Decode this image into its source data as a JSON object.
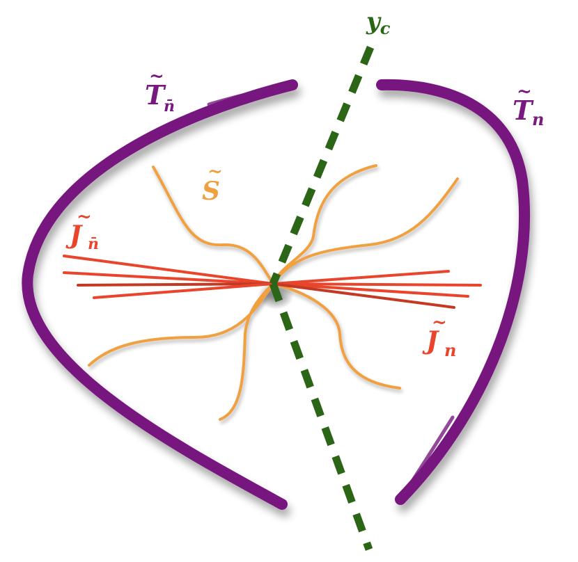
{
  "labels": {
    "cut": {
      "main": "y",
      "sub": "c"
    },
    "soft": {
      "tilde": "~",
      "main": "S",
      "sub": ""
    },
    "jet_nbar": {
      "tilde": "~",
      "main": "J",
      "sub": "n̄"
    },
    "jet_n": {
      "tilde": "~",
      "main": "J",
      "sub": "n"
    },
    "beam_nbar": {
      "tilde": "~",
      "main": "T",
      "sub": "n̄"
    },
    "beam_n": {
      "tilde": "~",
      "main": "T",
      "sub": "n"
    }
  },
  "colors": {
    "beam": "#77197f",
    "jet": "#e8452c",
    "jet_dark": "#c23a24",
    "soft": "#f0a040",
    "cut": "#2b6516",
    "background": "#ffffff"
  }
}
